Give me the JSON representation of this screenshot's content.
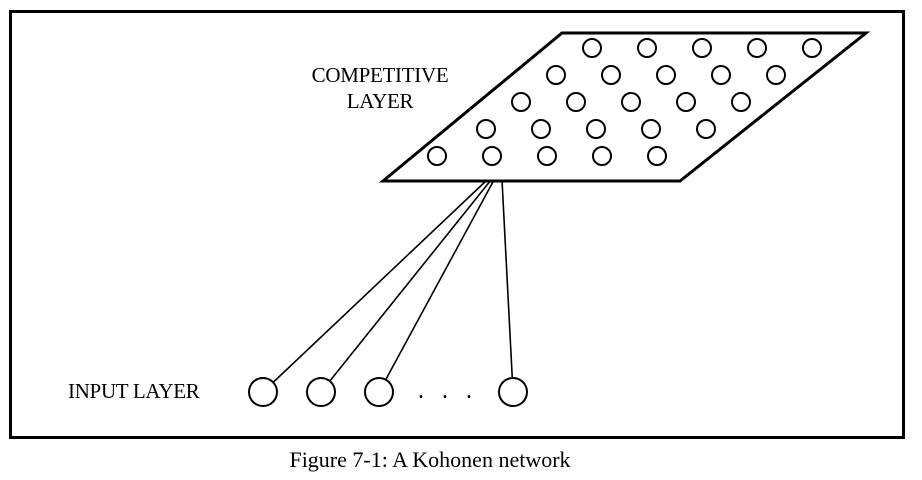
{
  "labels": {
    "competitive_line1": "COMPETITIVE",
    "competitive_line2": "LAYER",
    "input": "INPUT LAYER",
    "ellipsis": ". . ."
  },
  "caption": "Figure 7-1: A Kohonen network",
  "competitive_layer": {
    "rows": 5,
    "columns": 5
  },
  "input_layer": {
    "visible_nodes": 4
  },
  "colors": {
    "stroke": "#000000",
    "background": "#ffffff"
  }
}
